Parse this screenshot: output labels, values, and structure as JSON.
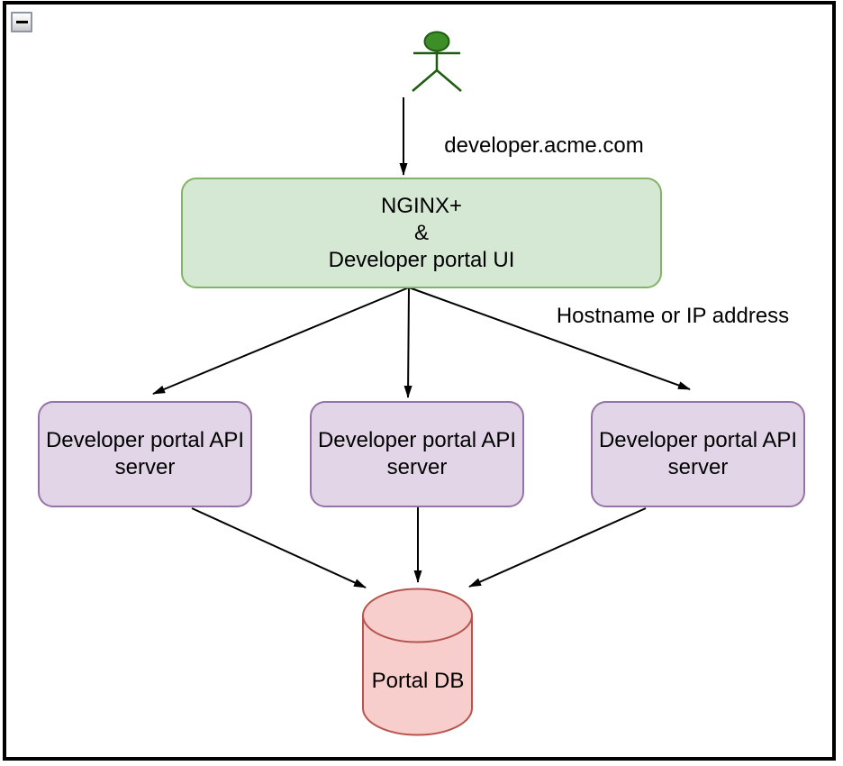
{
  "frame": {
    "collapse_button": {
      "icon": "minus-icon",
      "glyph": "−",
      "action": "collapse-diagram"
    }
  },
  "diagram": {
    "nodes": {
      "nginx": {
        "lines": [
          "NGINX+",
          "&",
          "Developer portal UI"
        ],
        "fill": "#d5e8d4",
        "stroke": "#82b366"
      },
      "api_servers": [
        {
          "lines": [
            "Developer portal API",
            "server"
          ]
        },
        {
          "lines": [
            "Developer portal API",
            "server"
          ]
        },
        {
          "lines": [
            "Developer portal API",
            "server"
          ]
        }
      ],
      "api_server_fill": "#e1d5e7",
      "api_server_stroke": "#9673a6",
      "db": {
        "label": "Portal DB",
        "shape": "cylinder",
        "fill": "#f8cecc",
        "stroke": "#b85450"
      },
      "actor": {
        "shape": "stick-figure",
        "fill": "#3e8e28",
        "stroke": "#1e5c10"
      }
    },
    "edge_labels": {
      "actor_to_nginx": "developer.acme.com",
      "nginx_to_api": "Hostname or IP address"
    },
    "edge_color": "#000000"
  }
}
